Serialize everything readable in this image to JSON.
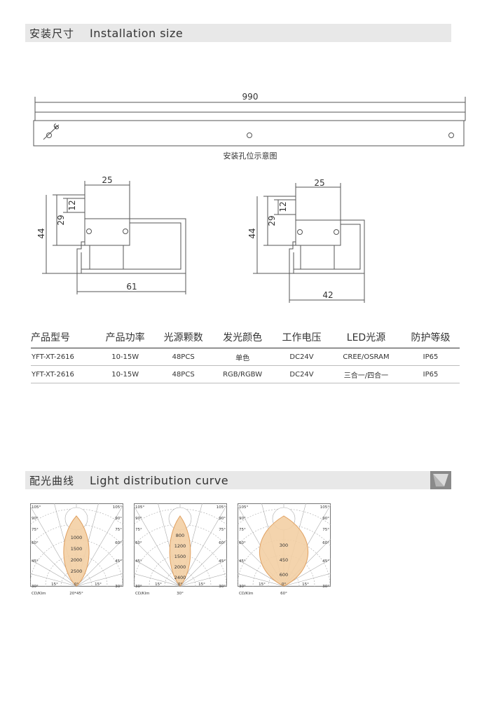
{
  "section1": {
    "title_cn": "安装尺寸",
    "title_en": "Installation size"
  },
  "drawing": {
    "length": "990",
    "hole": "6",
    "caption": "安装孔位示意图",
    "left": {
      "top_width": "25",
      "d12": "12",
      "d29": "29",
      "d44": "44",
      "bottom_width": "61"
    },
    "right": {
      "top_width": "25",
      "d12": "12",
      "d29": "29",
      "d44": "44",
      "bottom_width": "42"
    }
  },
  "table": {
    "headers": [
      "产品型号",
      "产品功率",
      "光源颗数",
      "发光颜色",
      "工作电压",
      "LED光源",
      "防护等级"
    ],
    "rows": [
      [
        "YFT-XT-2616",
        "10-15W",
        "48PCS",
        "单色",
        "DC24V",
        "CREE/OSRAM",
        "IP65"
      ],
      [
        "YFT-XT-2616",
        "10-15W",
        "48PCS",
        "RGB/RGBW",
        "DC24V",
        "三合一/四合一",
        "IP65"
      ]
    ]
  },
  "section2": {
    "title_cn": "配光曲线",
    "title_en": "Light distribution curve"
  },
  "curves": [
    {
      "ring_values": [
        "1000",
        "1500",
        "2000",
        "2500"
      ],
      "angles_left": [
        "105°",
        "90°",
        "75°",
        "60°",
        "45°",
        "30°"
      ],
      "angles_right": [
        "105°",
        "90°",
        "75°",
        "60°",
        "45°",
        "30°"
      ],
      "bottom": [
        "15°",
        "0°",
        "15°"
      ],
      "unit": "CD/Klm",
      "beam": "20*45°",
      "beam_width": 0.22
    },
    {
      "ring_values": [
        "800",
        "1200",
        "1500",
        "2000",
        "2400"
      ],
      "angles_left": [
        "105°",
        "90°",
        "75°",
        "60°",
        "45°",
        "30°"
      ],
      "angles_right": [
        "105°",
        "90°",
        "75°",
        "60°",
        "45°",
        "30°"
      ],
      "bottom": [
        "15°",
        "0°",
        "15°"
      ],
      "unit": "CD/Klm",
      "beam": "30°",
      "beam_width": 0.18
    },
    {
      "ring_values": [
        "300",
        "450",
        "600"
      ],
      "angles_left": [
        "105°",
        "90°",
        "75°",
        "60°",
        "45°",
        "30°"
      ],
      "angles_right": [
        "105°",
        "90°",
        "75°",
        "60°",
        "45°",
        "30°"
      ],
      "bottom": [
        "15°",
        "0°",
        "15°"
      ],
      "unit": "CD/Klm",
      "beam": "60°",
      "beam_width": 0.42
    }
  ],
  "colors": {
    "banner": "#e8e8e8",
    "beam": "#f3cfa4",
    "beam_stroke": "#e0a060",
    "line": "#555555"
  }
}
